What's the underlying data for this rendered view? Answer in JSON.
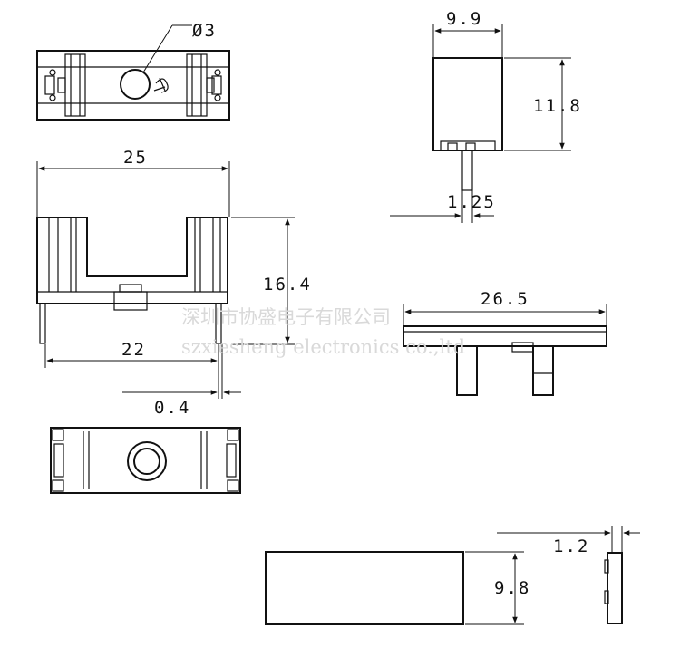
{
  "dimensions": {
    "hole_diameter": "Ø3",
    "length_25": "25",
    "height_16_4": "16.4",
    "pin_spacing_22": "22",
    "pin_thickness_0_4": "0.4",
    "width_9_9": "9.9",
    "height_11_8": "11.8",
    "pin_width_1_25": "1.25",
    "length_26_5": "26.5",
    "thickness_1_2": "1.2",
    "width_9_8": "9.8"
  },
  "watermark": {
    "cn": "深圳市协盛电子有限公司",
    "en": "szxiesheng electronics co.,ltd"
  }
}
